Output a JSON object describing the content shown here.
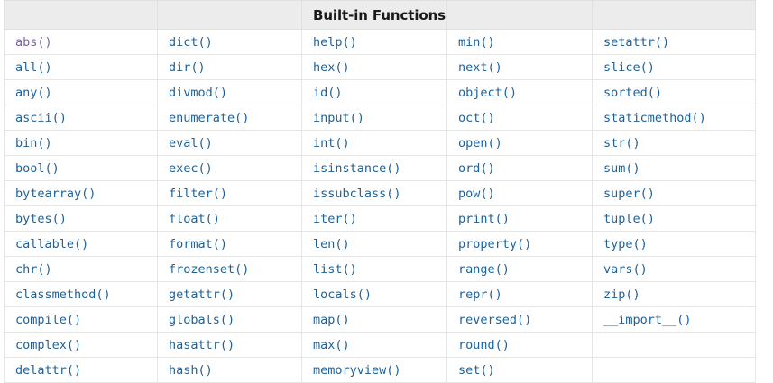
{
  "table": {
    "header": {
      "columns": [
        "",
        "",
        "Built-in Functions",
        "",
        ""
      ],
      "title_column_index": 2,
      "title": "Built-in Functions",
      "background_color": "#ececec",
      "text_color": "#1a1a1a"
    },
    "link_color": "#1f6199",
    "visited_link_color": "#7a63a6",
    "border_color": "#e6e6e6",
    "rows": [
      [
        {
          "label": "abs()",
          "visited": true
        },
        {
          "label": "dict()",
          "visited": false
        },
        {
          "label": "help()",
          "visited": false
        },
        {
          "label": "min()",
          "visited": false
        },
        {
          "label": "setattr()",
          "visited": false
        }
      ],
      [
        {
          "label": "all()",
          "visited": false
        },
        {
          "label": "dir()",
          "visited": false
        },
        {
          "label": "hex()",
          "visited": false
        },
        {
          "label": "next()",
          "visited": false
        },
        {
          "label": "slice()",
          "visited": false
        }
      ],
      [
        {
          "label": "any()",
          "visited": false
        },
        {
          "label": "divmod()",
          "visited": false
        },
        {
          "label": "id()",
          "visited": false
        },
        {
          "label": "object()",
          "visited": false
        },
        {
          "label": "sorted()",
          "visited": false
        }
      ],
      [
        {
          "label": "ascii()",
          "visited": false
        },
        {
          "label": "enumerate()",
          "visited": false
        },
        {
          "label": "input()",
          "visited": false
        },
        {
          "label": "oct()",
          "visited": false
        },
        {
          "label": "staticmethod()",
          "visited": false
        }
      ],
      [
        {
          "label": "bin()",
          "visited": false
        },
        {
          "label": "eval()",
          "visited": false
        },
        {
          "label": "int()",
          "visited": false
        },
        {
          "label": "open()",
          "visited": false
        },
        {
          "label": "str()",
          "visited": false
        }
      ],
      [
        {
          "label": "bool()",
          "visited": false
        },
        {
          "label": "exec()",
          "visited": false
        },
        {
          "label": "isinstance()",
          "visited": false
        },
        {
          "label": "ord()",
          "visited": false
        },
        {
          "label": "sum()",
          "visited": false
        }
      ],
      [
        {
          "label": "bytearray()",
          "visited": false
        },
        {
          "label": "filter()",
          "visited": false
        },
        {
          "label": "issubclass()",
          "visited": false
        },
        {
          "label": "pow()",
          "visited": false
        },
        {
          "label": "super()",
          "visited": false
        }
      ],
      [
        {
          "label": "bytes()",
          "visited": false
        },
        {
          "label": "float()",
          "visited": false
        },
        {
          "label": "iter()",
          "visited": false
        },
        {
          "label": "print()",
          "visited": false
        },
        {
          "label": "tuple()",
          "visited": false
        }
      ],
      [
        {
          "label": "callable()",
          "visited": false
        },
        {
          "label": "format()",
          "visited": false
        },
        {
          "label": "len()",
          "visited": false
        },
        {
          "label": "property()",
          "visited": false
        },
        {
          "label": "type()",
          "visited": false
        }
      ],
      [
        {
          "label": "chr()",
          "visited": false
        },
        {
          "label": "frozenset()",
          "visited": false
        },
        {
          "label": "list()",
          "visited": false
        },
        {
          "label": "range()",
          "visited": false
        },
        {
          "label": "vars()",
          "visited": false
        }
      ],
      [
        {
          "label": "classmethod()",
          "visited": false
        },
        {
          "label": "getattr()",
          "visited": false
        },
        {
          "label": "locals()",
          "visited": false
        },
        {
          "label": "repr()",
          "visited": false
        },
        {
          "label": "zip()",
          "visited": false
        }
      ],
      [
        {
          "label": "compile()",
          "visited": false
        },
        {
          "label": "globals()",
          "visited": false
        },
        {
          "label": "map()",
          "visited": false
        },
        {
          "label": "reversed()",
          "visited": false
        },
        {
          "label": "__import__()",
          "visited": false
        }
      ],
      [
        {
          "label": "complex()",
          "visited": false
        },
        {
          "label": "hasattr()",
          "visited": false
        },
        {
          "label": "max()",
          "visited": false
        },
        {
          "label": "round()",
          "visited": false
        },
        {
          "label": "",
          "visited": false
        }
      ],
      [
        {
          "label": "delattr()",
          "visited": false
        },
        {
          "label": "hash()",
          "visited": false
        },
        {
          "label": "memoryview()",
          "visited": false
        },
        {
          "label": "set()",
          "visited": false
        },
        {
          "label": "",
          "visited": false
        }
      ]
    ]
  }
}
